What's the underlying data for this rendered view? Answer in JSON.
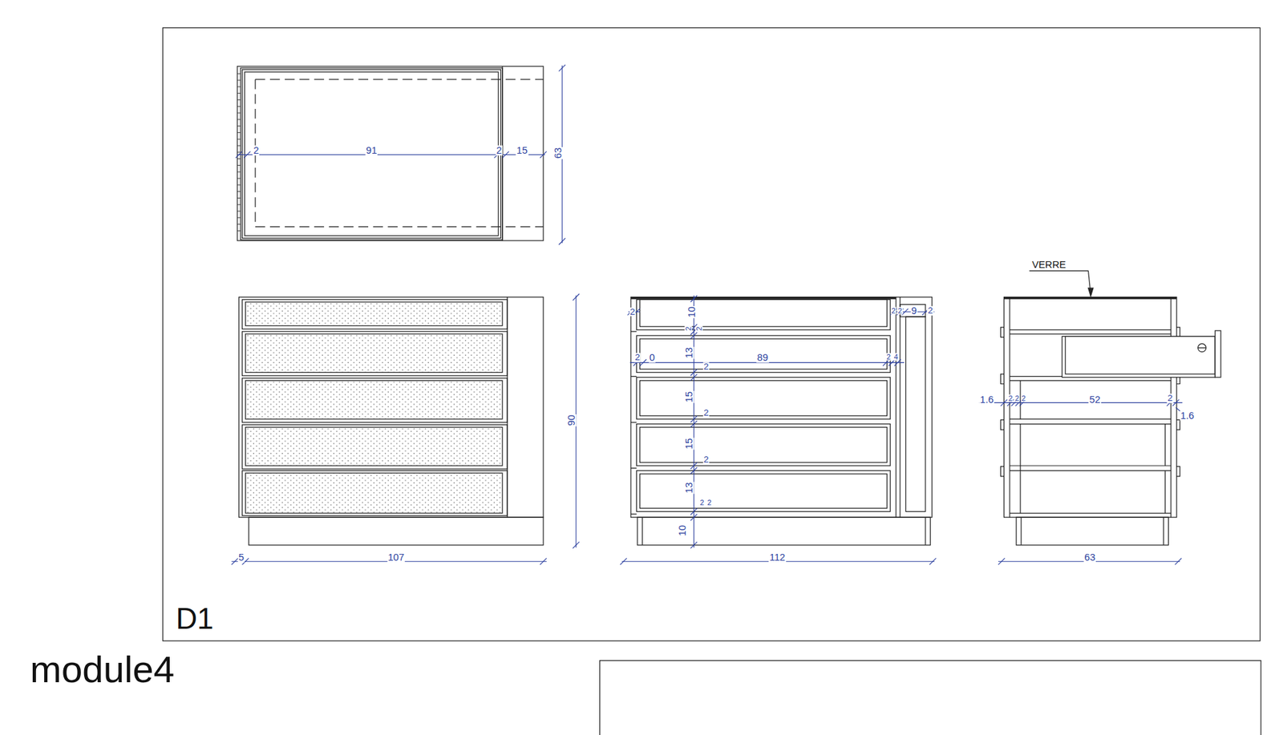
{
  "diagram": {
    "labels": [
      "2",
      "91",
      "2",
      "15",
      "63",
      "5",
      "107",
      "90",
      "2",
      "10",
      "2",
      "2",
      "9",
      "2",
      "2",
      "2",
      "13",
      "2",
      "0",
      "89",
      "2",
      "4",
      "2",
      "15",
      "2",
      "15",
      "2",
      "13",
      "2",
      "2",
      "10",
      "112",
      "VERRE",
      "1.6",
      "2",
      "2",
      "2",
      "52",
      "2",
      "1.6",
      "63",
      "D1",
      "module4"
    ]
  }
}
